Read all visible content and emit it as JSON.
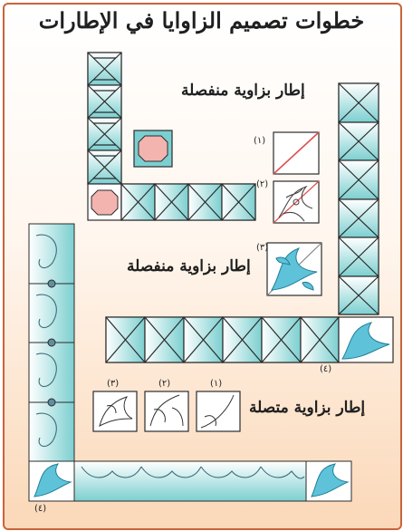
{
  "title": "خطوات تصميم الزاوايا في الإطارات",
  "labels": {
    "separate_corner_1": "إطار بزاوية منفصلة",
    "separate_corner_2": "إطار بزاوية منفصلة",
    "connected_corner": "إطار بزاوية متصلة"
  },
  "step_markers": {
    "s1": "(١)",
    "s2": "(٢)",
    "s3": "(٣)",
    "s4": "(٤)",
    "c1": "(١)",
    "c2": "(٢)",
    "c3": "(٣)",
    "b4": "(٤)"
  },
  "colors": {
    "border": "#c9643a",
    "teal": "#7ccfd0",
    "teal_light": "#bfe8e6",
    "pink": "#f3b4b0",
    "line": "#2b2b2b",
    "red_diag": "#e05050"
  }
}
